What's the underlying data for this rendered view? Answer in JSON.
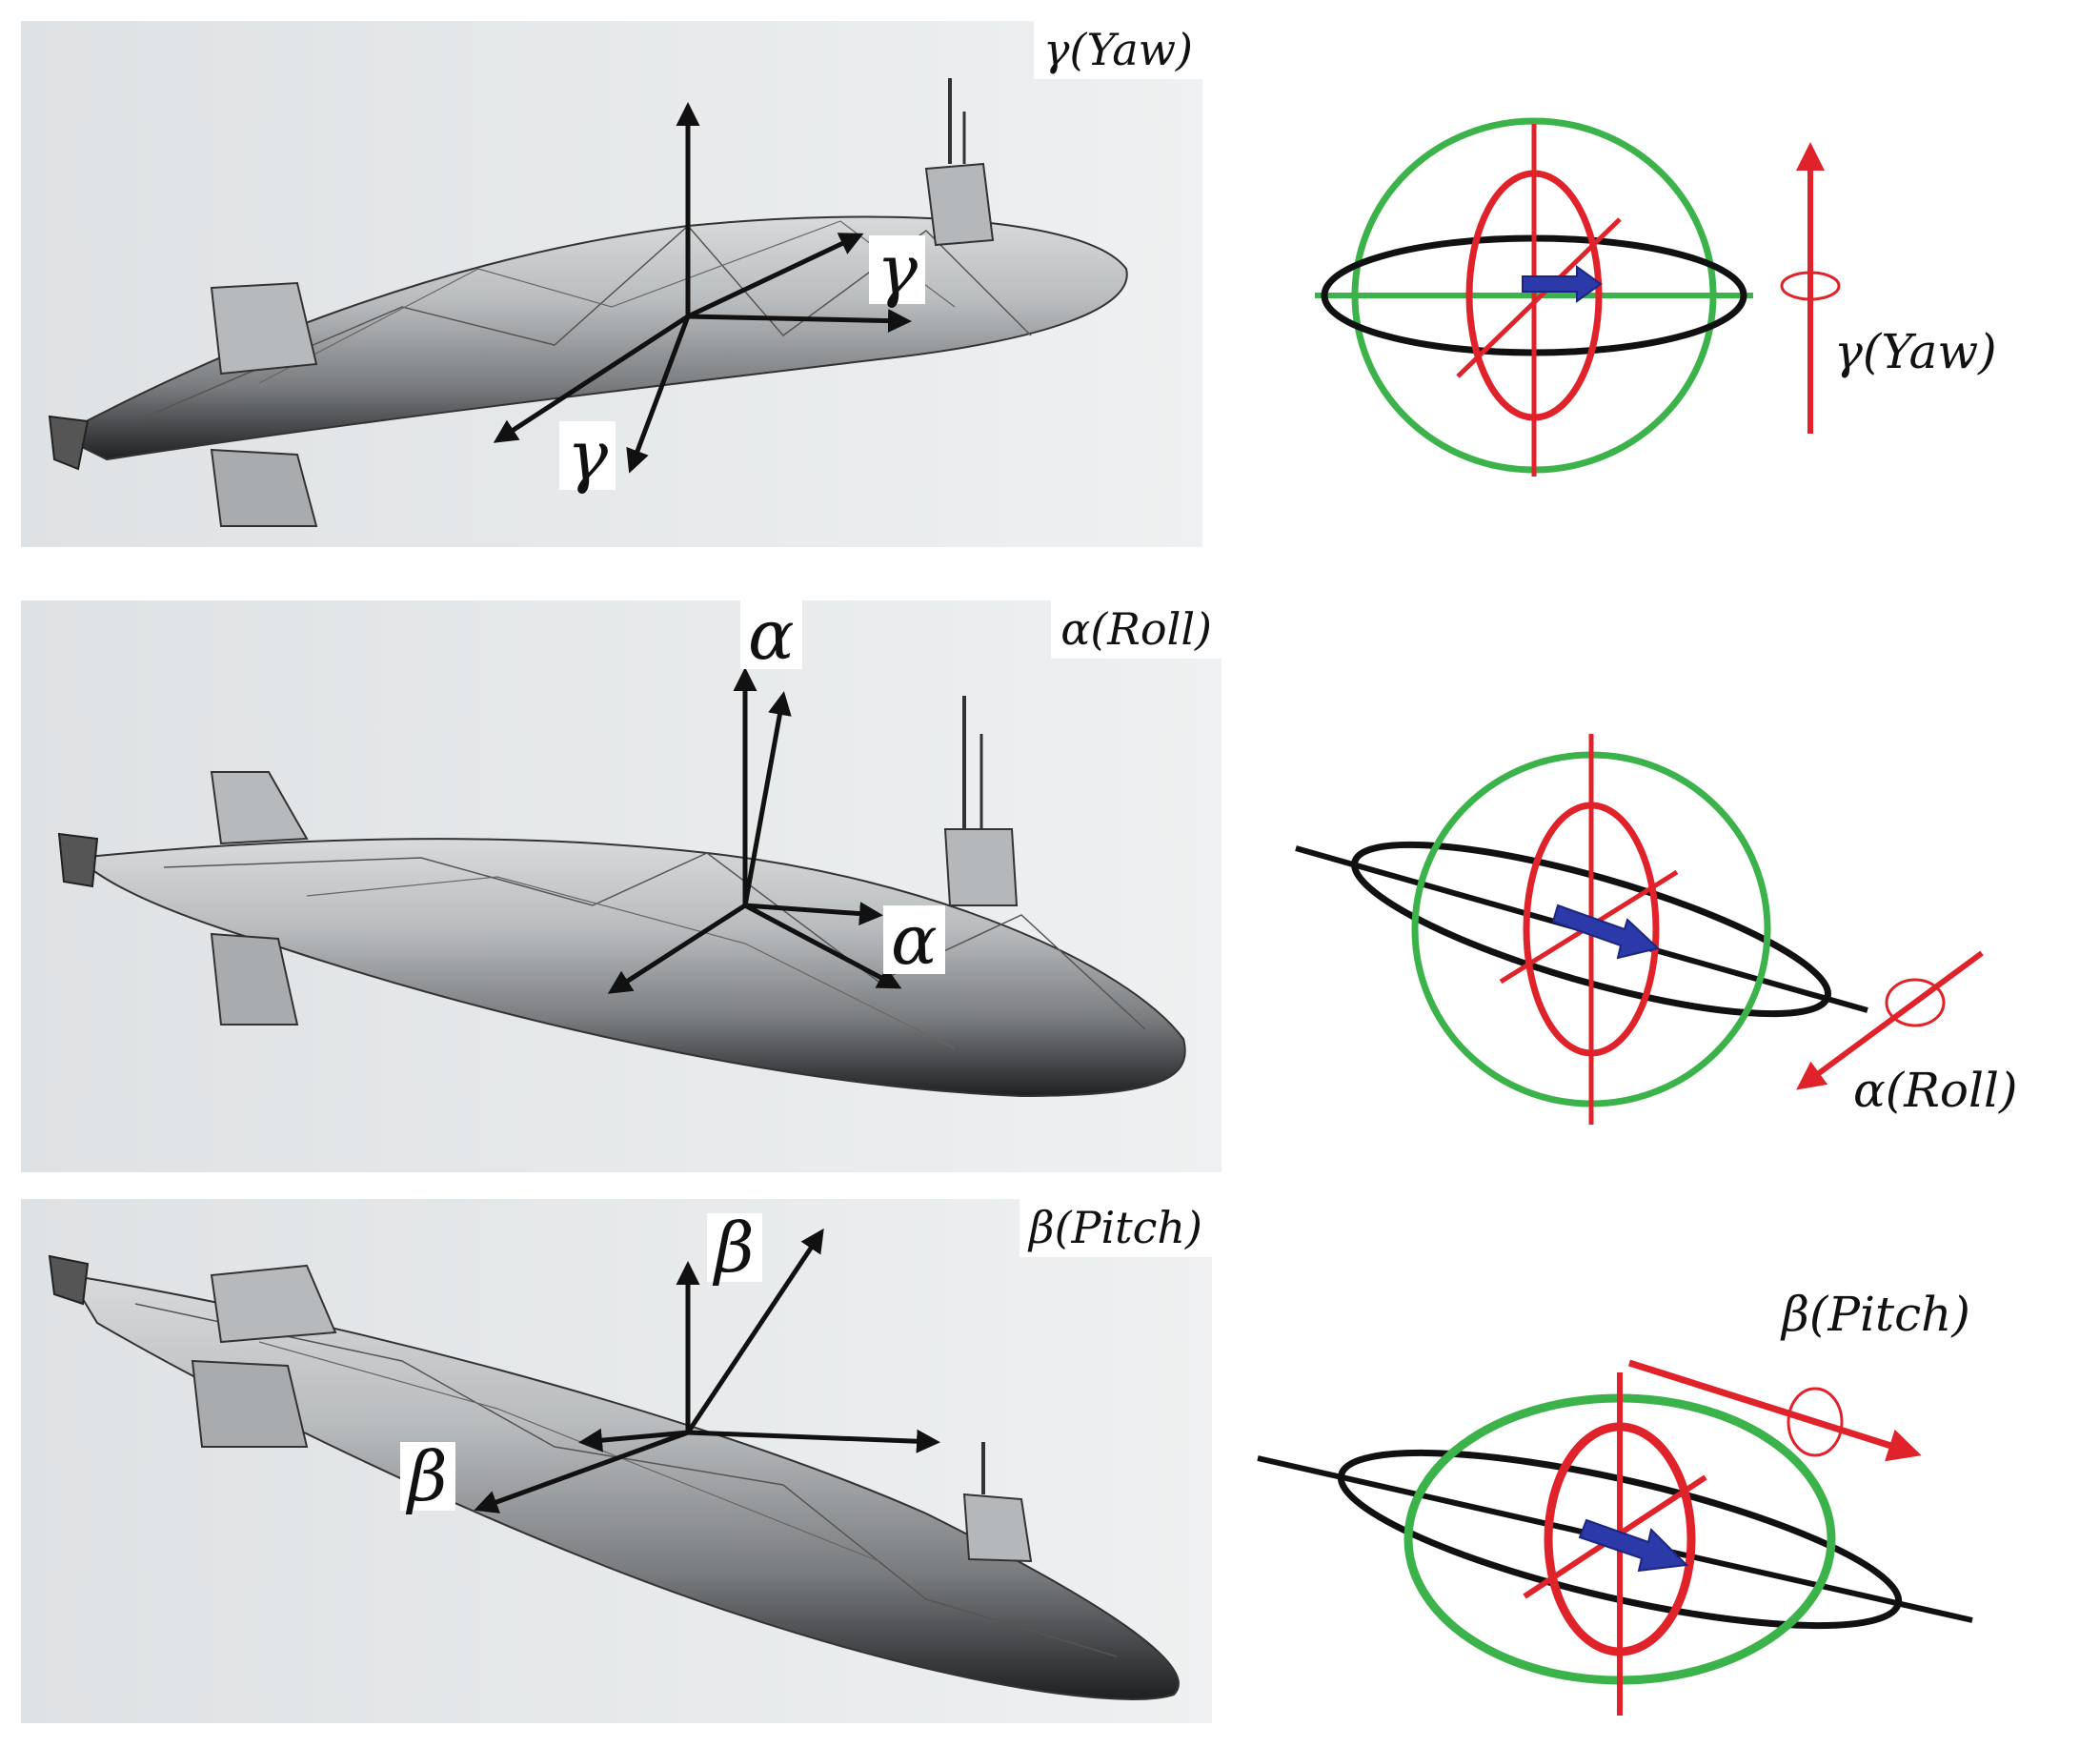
{
  "rows": [
    {
      "id": "yaw",
      "corner_label": "γ(Yaw)",
      "axis_symbol": "γ",
      "gimbal_label": "γ(Yaw)"
    },
    {
      "id": "roll",
      "corner_label": "α(Roll)",
      "axis_symbol": "α",
      "gimbal_label": "α(Roll)"
    },
    {
      "id": "pitch",
      "corner_label": "β(Pitch)",
      "axis_symbol": "β",
      "gimbal_label": "β(Pitch)"
    }
  ],
  "colors": {
    "panel_background": "#e4e7e9",
    "hull": "#9a9d9f",
    "axis_arrows": "#111111",
    "gimbal_outer": "#3cb34a",
    "gimbal_middle": "#e0232a",
    "gimbal_inner": "#111111",
    "body_arrow": "#2b3aa8",
    "rotation_arrow": "#e0232a"
  },
  "icons": [
    "submarine-model",
    "gimbal-rings",
    "rotation-arrow"
  ]
}
